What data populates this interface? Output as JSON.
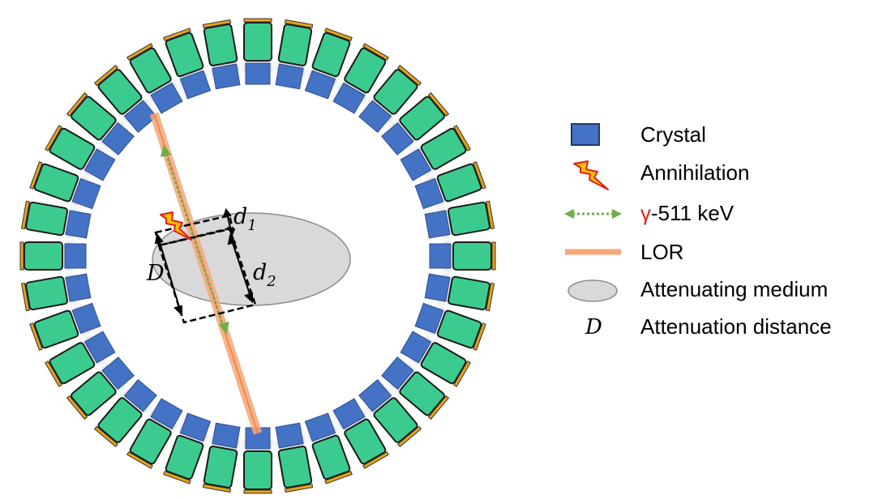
{
  "legend": {
    "crystal": "Crystal",
    "annihilation": "Annihilation",
    "gamma_prefix": "γ",
    "gamma_rest": "-511 keV",
    "lor": "LOR",
    "medium": "Attenuating medium",
    "distance_symbol": "D",
    "distance": "Attenuation distance"
  },
  "labels": {
    "D": "D",
    "d1_base": "d",
    "d1_sub": "1",
    "d2_base": "d",
    "d2_sub": "2"
  },
  "colors": {
    "crystal": "#4472C4",
    "module": "#3CCB8F",
    "bar": "#E8A317",
    "lor": "#F4A87A",
    "gamma": "#70AD47",
    "medium": "#D9D9D9",
    "gamma_symbol": "#E0201B",
    "lightning_fill": "#FFC000",
    "lightning_stroke": "#E0201B"
  },
  "ring": {
    "count": 36,
    "shown_modules": 36
  }
}
